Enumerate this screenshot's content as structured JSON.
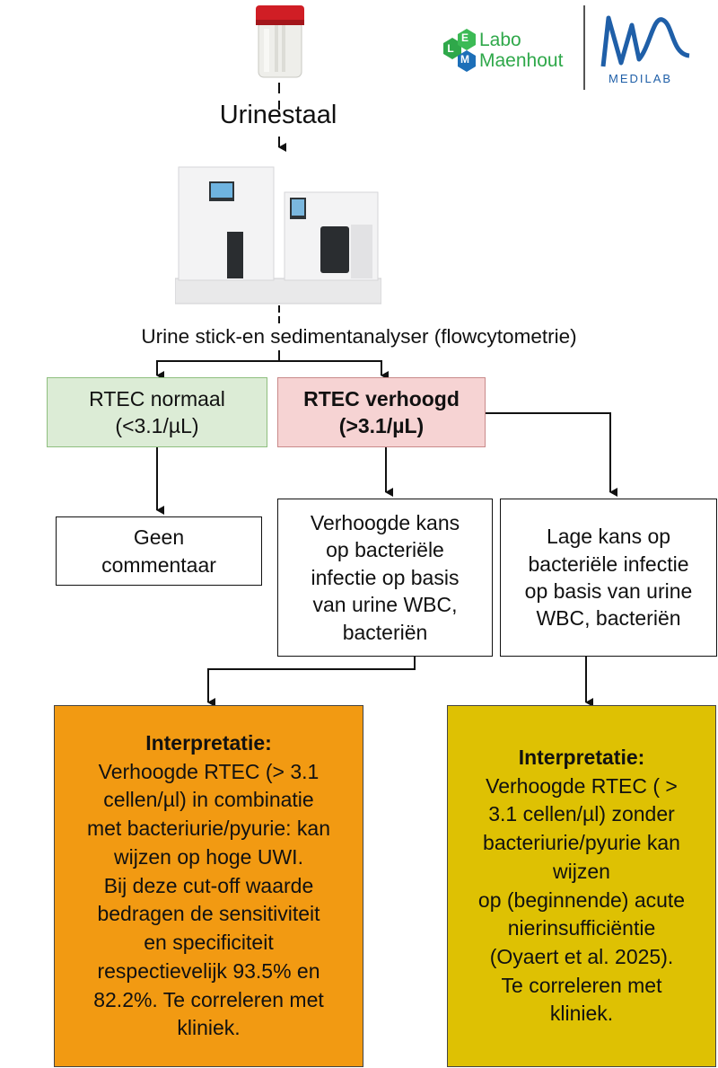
{
  "logos": {
    "labo_line1": "Labo",
    "labo_line2": "Maenhout",
    "labo_mark_top": "L",
    "labo_mark_mid": "E",
    "labo_mark_bottom": "M",
    "medilab": "MEDILAB"
  },
  "sample": {
    "label": "Urinestaal"
  },
  "analyser": {
    "label": "Urine stick-en sedimentanalyser (flowcytometrie)"
  },
  "nodes": {
    "normal": {
      "lines": [
        "RTEC normaal",
        "(<3.1/µL)"
      ]
    },
    "elevated": {
      "lines": [
        "RTEC verhoogd",
        "(>3.1/µL)"
      ]
    },
    "no_comment": {
      "lines": [
        "Geen",
        "commentaar"
      ]
    },
    "high_chance": {
      "lines": [
        "Verhoogde kans",
        "op bacteriële",
        "infectie op basis",
        "van urine WBC,",
        "bacteriën"
      ]
    },
    "low_chance": {
      "lines": [
        "Lage kans op",
        "bacteriële infectie",
        "op basis van urine",
        "WBC, bacteriën"
      ]
    },
    "interp_left": {
      "heading": "Interpretatie:",
      "lines": [
        "Verhoogde RTEC (> 3.1",
        "cellen/µl) in combinatie",
        "met bacteriurie/pyurie: kan",
        "wijzen op hoge UWI.",
        "Bij deze cut-off waarde",
        "bedragen de sensitiviteit",
        "en specificiteit",
        "respectievelijk 93.5% en",
        "82.2%. Te correleren met",
        "kliniek."
      ]
    },
    "interp_right": {
      "heading": "Interpretatie:",
      "lines": [
        "Verhoogde RTEC ( >",
        "3.1 cellen/µl) zonder",
        "bacteriurie/pyurie kan",
        "wijzen",
        "op (beginnende) acute",
        "nierinsufficiëntie",
        "(Oyaert et al. 2025).",
        "Te correleren met",
        "kliniek."
      ]
    }
  },
  "colors": {
    "normal_fill": "#dcecd6",
    "elevated_fill": "#f6d3d3",
    "interp_left_fill": "#f29a12",
    "interp_right_fill": "#dec103",
    "logo_green": "#2fa84a",
    "logo_blue": "#1d6fb8",
    "medilab_blue": "#1f5fa8"
  }
}
